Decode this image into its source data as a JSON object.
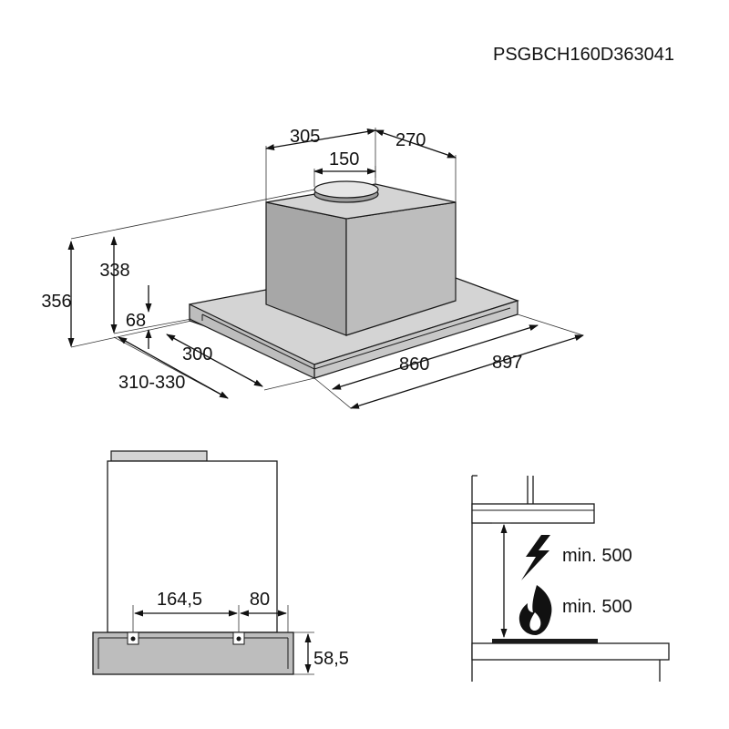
{
  "model_code": "PSGBCH160D363041",
  "top_view": {
    "dim_305": "305",
    "dim_270": "270",
    "dim_150": "150",
    "dim_338": "338",
    "dim_356": "356",
    "dim_68": "68",
    "dim_300": "300",
    "dim_310_330": "310-330",
    "dim_860": "860",
    "dim_897": "897"
  },
  "front_view": {
    "dim_164_5": "164,5",
    "dim_80": "80",
    "dim_58_5": "58,5"
  },
  "clearance_view": {
    "electric_min": "min. 500",
    "gas_min": "min. 500"
  },
  "icons": {
    "electric": "lightning-icon",
    "gas": "flame-icon"
  },
  "colors": {
    "line": "#1a1a1a",
    "panel_gray": "#bdbdbd"
  }
}
